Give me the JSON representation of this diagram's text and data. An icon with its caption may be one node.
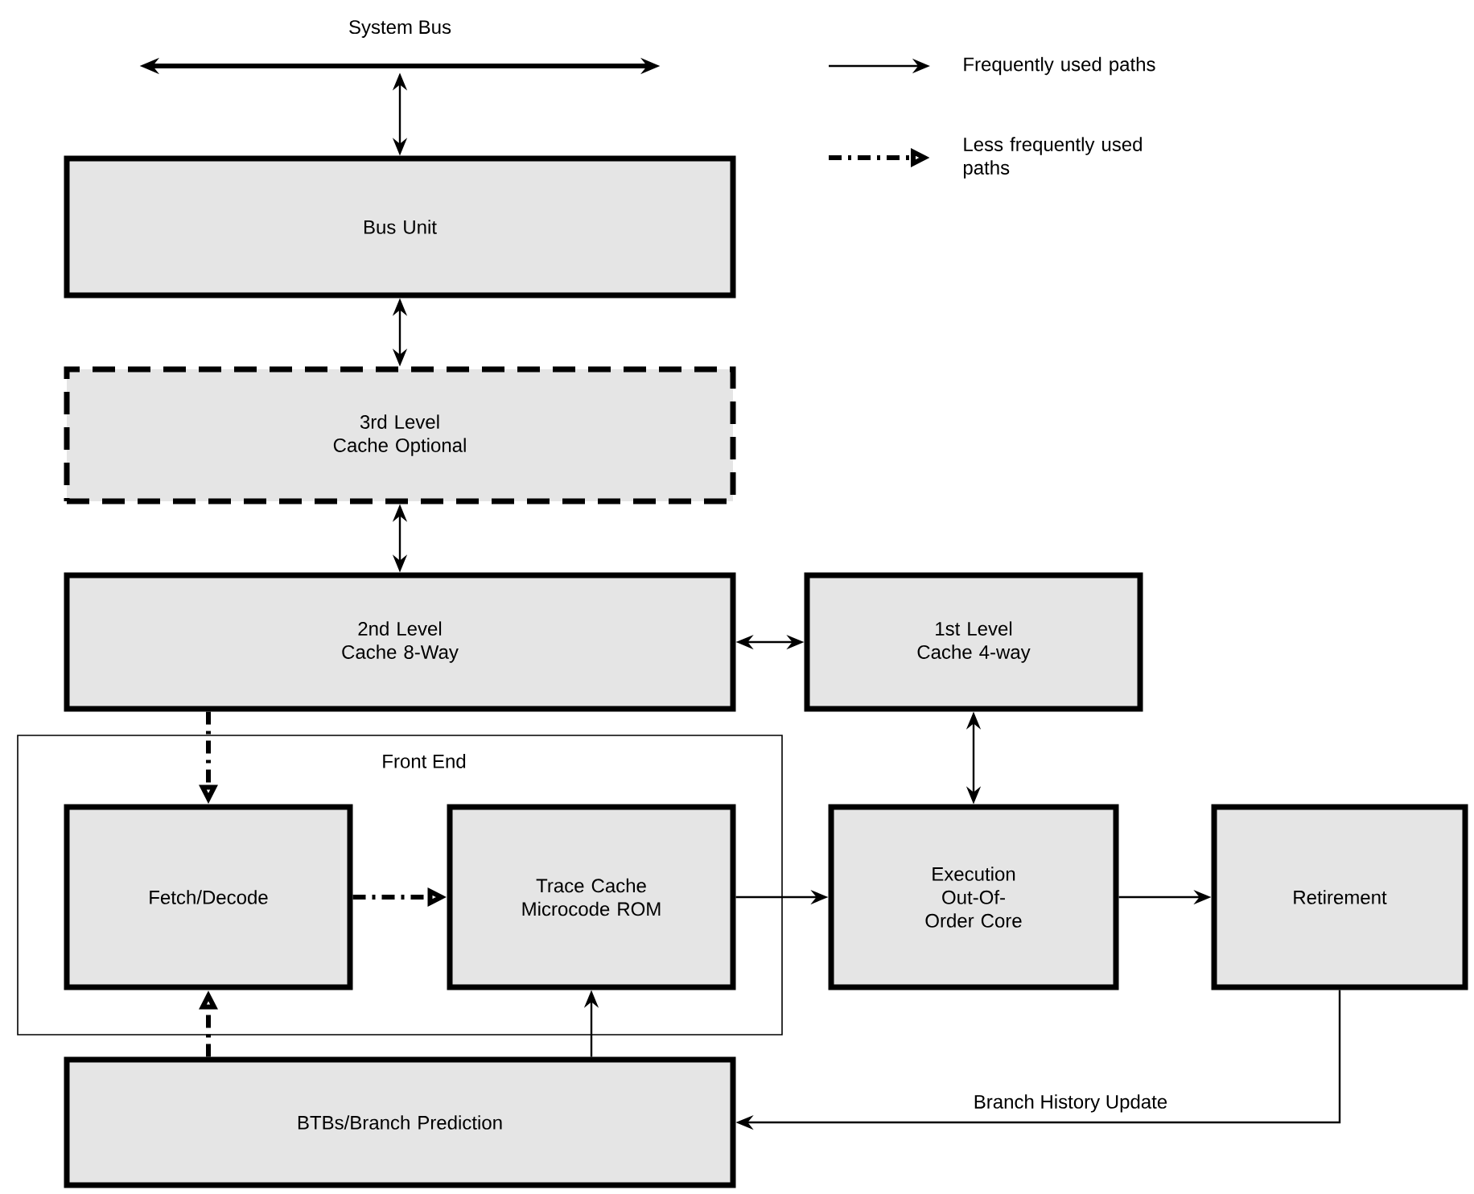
{
  "diagram": {
    "nodes": [
      {
        "text": [],
        "shape": "bar",
        "beside": [
          "System Bus"
        ]
      },
      {
        "text": [
          "Bus Unit"
        ]
      },
      {
        "text": [
          "3rd Level Cache Optional"
        ]
      },
      {
        "text": [
          "2nd Level Cache 8-Way"
        ]
      },
      {
        "text": [
          "1st Level Cache 4-way"
        ]
      },
      {
        "text": [
          "Front End"
        ]
      },
      {
        "text": [
          "Fetch/Decode"
        ],
        "in": 5
      },
      {
        "text": [
          "Trace Cache Microcode ROM"
        ],
        "in": 5
      },
      {
        "text": [
          "Execution Out-Of-Order Core"
        ]
      },
      {
        "text": [
          "Retirement"
        ]
      },
      {
        "text": [
          "BTBs/Branch Prediction"
        ]
      }
    ],
    "edges": [
      {
        "from": 0,
        "to": 1,
        "arrow": "both"
      },
      {
        "from": 1,
        "to": 2,
        "arrow": "both"
      },
      {
        "from": 2,
        "to": 3,
        "arrow": "both"
      },
      {
        "from": 3,
        "to": 4,
        "arrow": "both"
      },
      {
        "from": 4,
        "to": 8,
        "arrow": "both"
      },
      {
        "from": 3,
        "to": 6,
        "arrow": "to",
        "style": "dashed"
      },
      {
        "from": 6,
        "to": 7,
        "arrow": "to",
        "style": "dashed"
      },
      {
        "from": 7,
        "to": 8,
        "arrow": "to"
      },
      {
        "from": 8,
        "to": 9,
        "arrow": "to"
      },
      {
        "from": 9,
        "to": 10,
        "arrow": "to",
        "label": "Branch History Update"
      },
      {
        "from": 10,
        "to": 6,
        "arrow": "to",
        "style": "dashed"
      },
      {
        "from": 10,
        "to": 7,
        "arrow": "to"
      }
    ],
    "legend": [
      {
        "text": "Frequently used paths"
      },
      {
        "text": "Less frequently used paths"
      }
    ]
  }
}
